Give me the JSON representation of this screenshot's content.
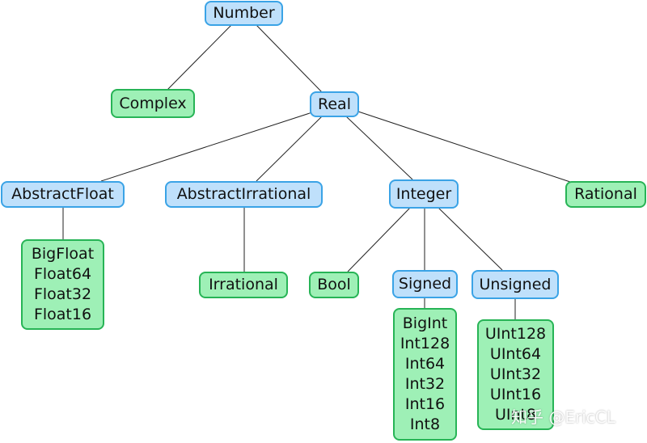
{
  "colors": {
    "abstract_fill": "#bfe0fb",
    "abstract_border": "#3aa3e6",
    "concrete_fill": "#9ef0b6",
    "concrete_border": "#27b456",
    "edge": "#222222"
  },
  "nodes": {
    "number": {
      "label": "Number",
      "kind": "abstract"
    },
    "complex": {
      "label": "Complex",
      "kind": "concrete"
    },
    "real": {
      "label": "Real",
      "kind": "abstract"
    },
    "abstractfloat": {
      "label": "AbstractFloat",
      "kind": "abstract"
    },
    "abstractirrational": {
      "label": "AbstractIrrational",
      "kind": "abstract"
    },
    "integer": {
      "label": "Integer",
      "kind": "abstract"
    },
    "rational": {
      "label": "Rational",
      "kind": "concrete"
    },
    "floats": {
      "lines": [
        "BigFloat",
        "Float64",
        "Float32",
        "Float16"
      ],
      "kind": "concrete"
    },
    "irrational": {
      "label": "Irrational",
      "kind": "concrete"
    },
    "bool": {
      "label": "Bool",
      "kind": "concrete"
    },
    "signed": {
      "label": "Signed",
      "kind": "abstract"
    },
    "unsigned": {
      "label": "Unsigned",
      "kind": "abstract"
    },
    "signed_types": {
      "lines": [
        "BigInt",
        "Int128",
        "Int64",
        "Int32",
        "Int16",
        "Int8"
      ],
      "kind": "concrete"
    },
    "unsigned_types": {
      "lines": [
        "UInt128",
        "UInt64",
        "UInt32",
        "UInt16",
        "UInt8"
      ],
      "kind": "concrete"
    }
  },
  "edges": [
    [
      "number",
      "complex"
    ],
    [
      "number",
      "real"
    ],
    [
      "real",
      "abstractfloat"
    ],
    [
      "real",
      "abstractirrational"
    ],
    [
      "real",
      "integer"
    ],
    [
      "real",
      "rational"
    ],
    [
      "abstractfloat",
      "floats"
    ],
    [
      "abstractirrational",
      "irrational"
    ],
    [
      "integer",
      "bool"
    ],
    [
      "integer",
      "signed"
    ],
    [
      "integer",
      "unsigned"
    ],
    [
      "signed",
      "signed_types"
    ],
    [
      "unsigned",
      "unsigned_types"
    ]
  ],
  "watermark": "知乎 @EricCL"
}
